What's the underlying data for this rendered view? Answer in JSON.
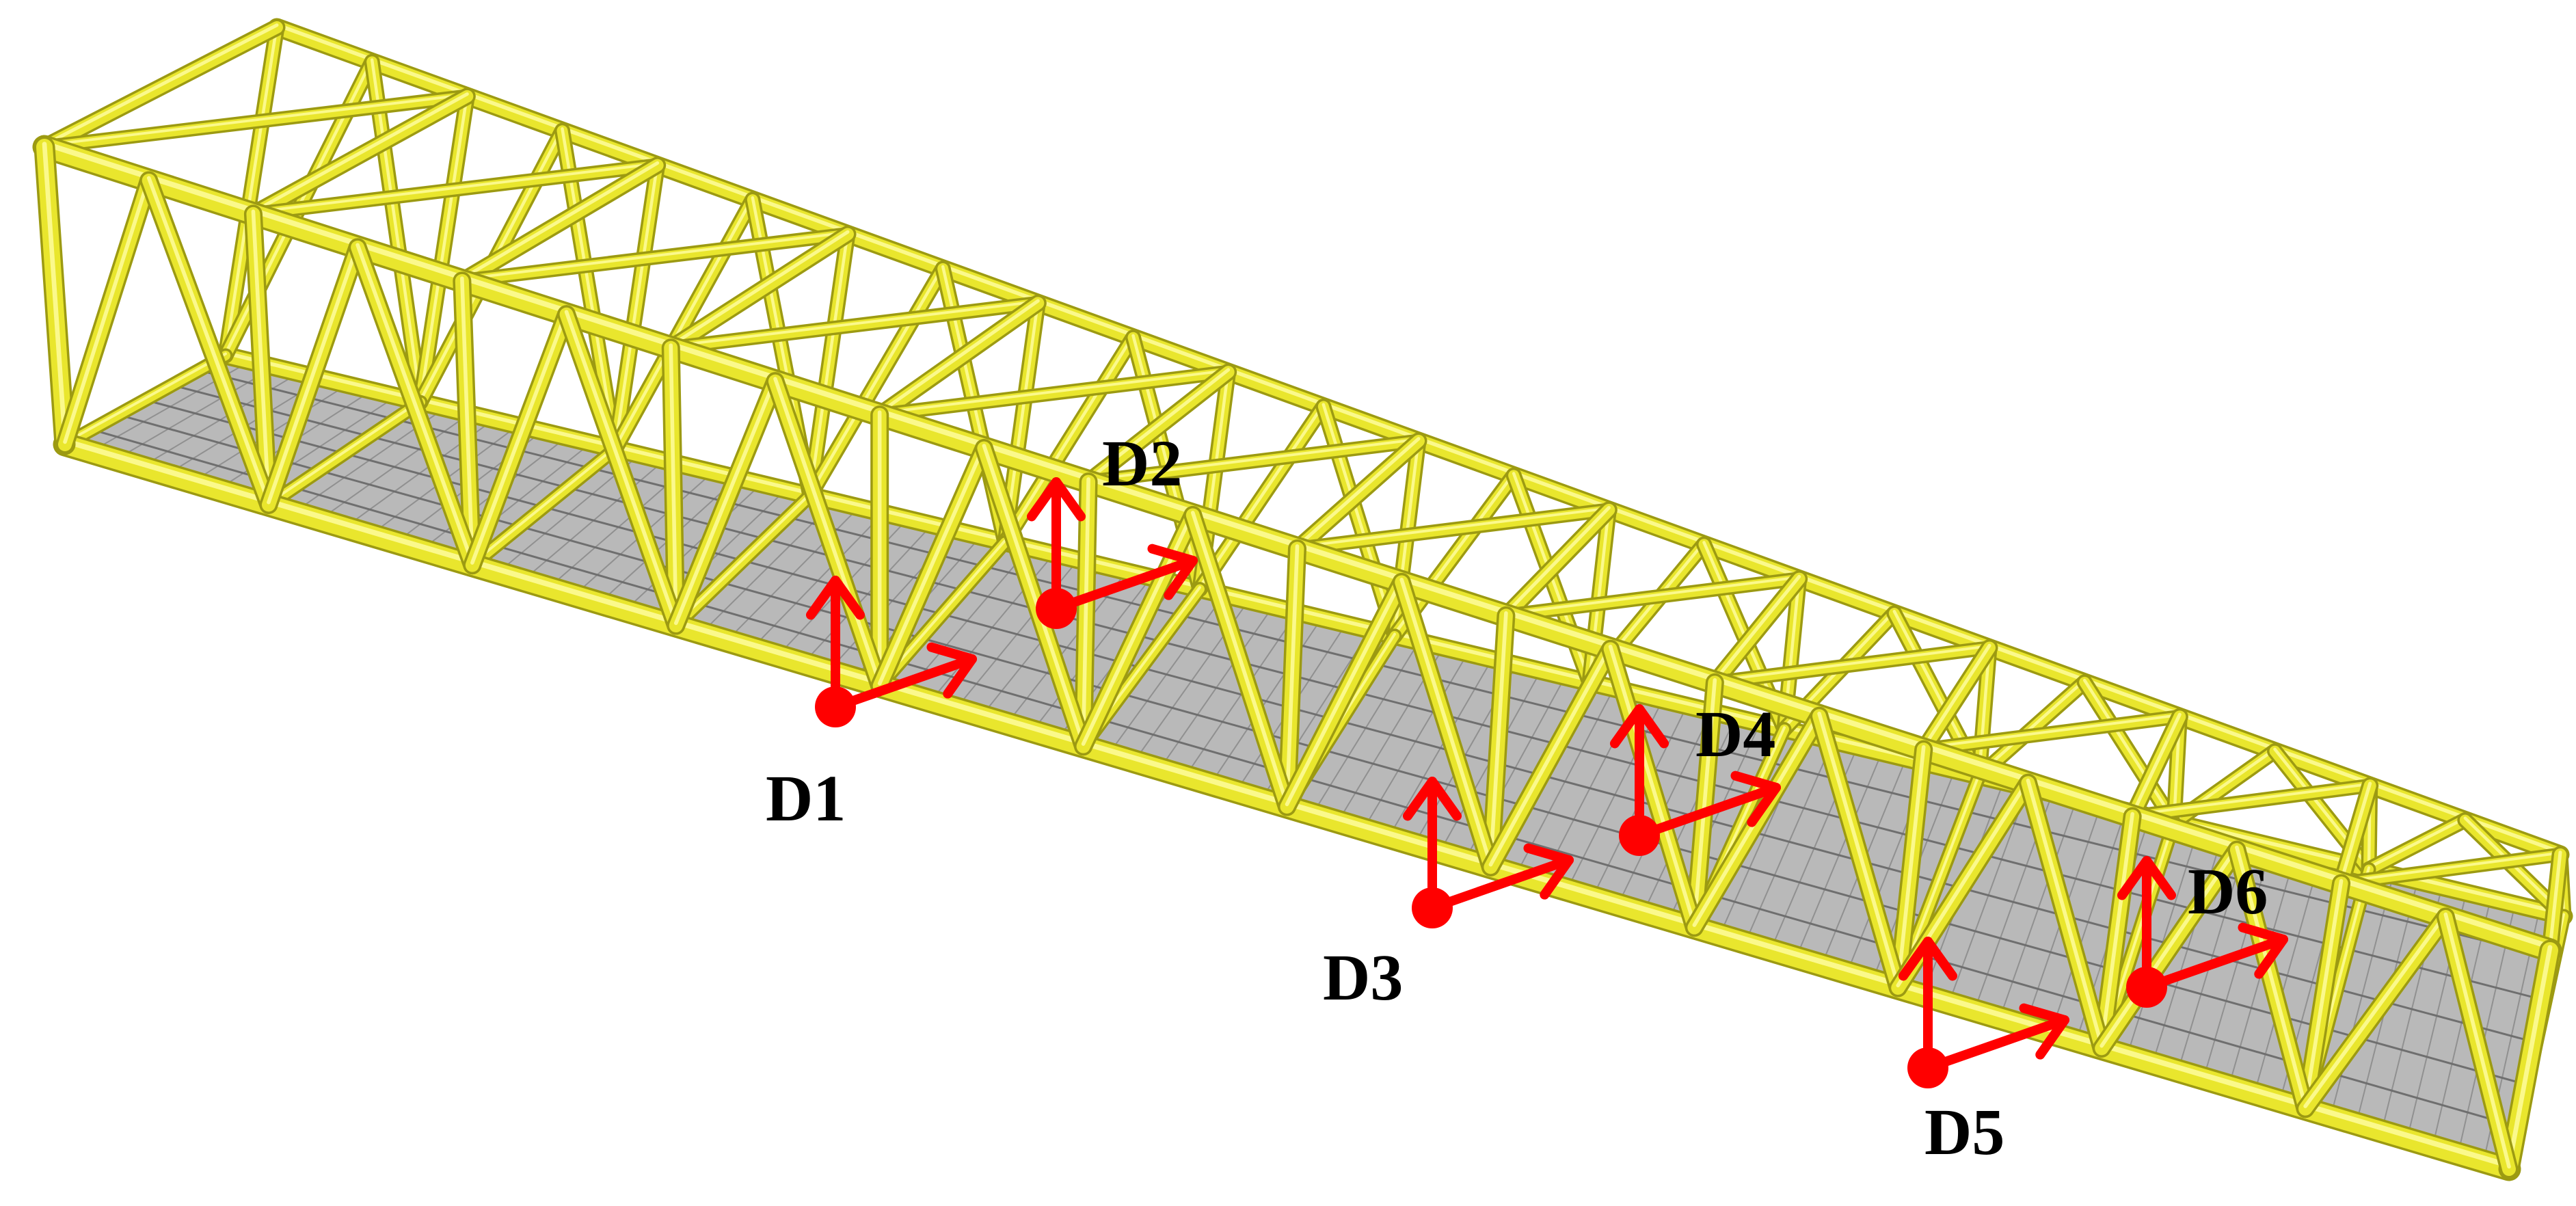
{
  "colors": {
    "truss": "#e9e62d",
    "truss_dark": "#9c9a12",
    "truss_light": "#fbf98c",
    "deck": "#b9b9b9",
    "deck_dark": "#6f6f6f",
    "sensor": "#ff0000",
    "label": "#000000"
  },
  "sensors": [
    {
      "id": "D1",
      "label": "D1"
    },
    {
      "id": "D2",
      "label": "D2"
    },
    {
      "id": "D3",
      "label": "D3"
    },
    {
      "id": "D4",
      "label": "D4"
    },
    {
      "id": "D5",
      "label": "D5"
    },
    {
      "id": "D6",
      "label": "D6"
    }
  ]
}
